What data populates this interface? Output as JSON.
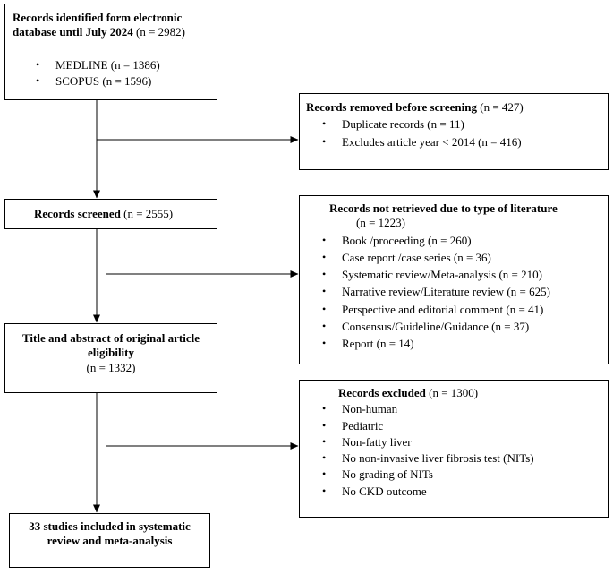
{
  "identified": {
    "title_bold": "Records identified form electronic database until July 2024",
    "title_count": " (n = 2982)",
    "items": [
      "MEDLINE (n = 1386)",
      "SCOPUS (n = 1596)"
    ]
  },
  "removed": {
    "title_bold": "Records removed before screening",
    "title_count": " (n = 427)",
    "items": [
      "Duplicate records (n = 11)",
      "Excludes article year < 2014 (n = 416)"
    ]
  },
  "screened": {
    "title_bold": "Records screened",
    "title_count": " (n = 2555)"
  },
  "not_retrieved": {
    "title_bold": "Records not retrieved due to type of literature",
    "title_count": "(n = 1223)",
    "items": [
      "Book /proceeding (n = 260)",
      "Case report /case series (n = 36)",
      "Systematic review/Meta-analysis (n = 210)",
      "Narrative review/Literature review (n = 625)",
      "Perspective and editorial comment (n = 41)",
      "Consensus/Guideline/Guidance (n = 37)",
      "Report (n = 14)"
    ]
  },
  "eligibility": {
    "title_bold": "Title and abstract of original article eligibility",
    "title_count": "(n = 1332)"
  },
  "excluded": {
    "title_bold": "Records excluded",
    "title_count": " (n = 1300)",
    "items": [
      "Non-human",
      "Pediatric",
      "Non-fatty liver",
      "No non-invasive liver fibrosis test (NITs)",
      "No grading of NITs",
      "No CKD outcome"
    ]
  },
  "included": {
    "title_bold": "33 studies included in systematic review and meta-analysis"
  }
}
